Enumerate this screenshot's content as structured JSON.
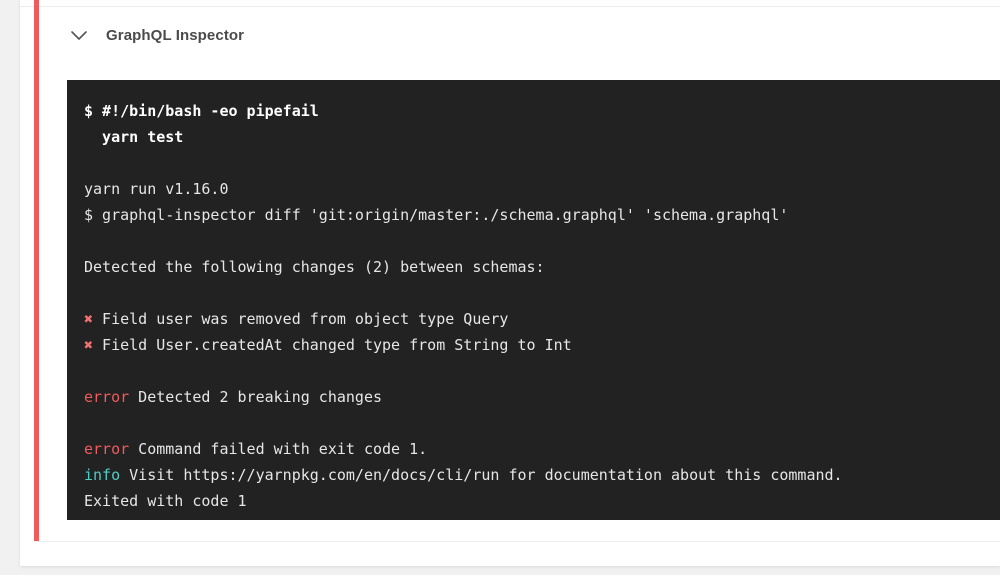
{
  "page": {
    "background_color": "#f1f1f1"
  },
  "card": {
    "background_color": "#ffffff",
    "status_bar_color": "#ef5b5b"
  },
  "step": {
    "title": "GraphQL Inspector",
    "toggle_icon": "chevron-down-icon",
    "state": "expanded",
    "status": "failed"
  },
  "terminal": {
    "background_color": "#222222",
    "text_color": "#e6e6e6",
    "error_color": "#f05b5b",
    "info_color": "#4ecdc4",
    "cross_color": "#f07171",
    "lines": [
      {
        "id": "l1",
        "type": "command",
        "text": "$ #!/bin/bash -eo pipefail"
      },
      {
        "id": "l2",
        "type": "command",
        "text": "  yarn test"
      },
      {
        "id": "l3",
        "type": "blank",
        "text": ""
      },
      {
        "id": "l4",
        "type": "output",
        "text": "yarn run v1.16.0"
      },
      {
        "id": "l5",
        "type": "output",
        "text": "$ graphql-inspector diff 'git:origin/master:./schema.graphql' 'schema.graphql'"
      },
      {
        "id": "l6",
        "type": "blank",
        "text": ""
      },
      {
        "id": "l7",
        "type": "output",
        "text": "Detected the following changes (2) between schemas:"
      },
      {
        "id": "l8",
        "type": "blank",
        "text": ""
      },
      {
        "id": "l9",
        "type": "change",
        "marker": "✖",
        "text": " Field user was removed from object type Query"
      },
      {
        "id": "l10",
        "type": "change",
        "marker": "✖",
        "text": " Field User.createdAt changed type from String to Int"
      },
      {
        "id": "l11",
        "type": "blank",
        "text": ""
      },
      {
        "id": "l12",
        "type": "error",
        "label": "error",
        "text": " Detected 2 breaking changes"
      },
      {
        "id": "l13",
        "type": "blank",
        "text": ""
      },
      {
        "id": "l14",
        "type": "error",
        "label": "error",
        "text": " Command failed with exit code 1."
      },
      {
        "id": "l15",
        "type": "info",
        "label": "info",
        "text": " Visit https://yarnpkg.com/en/docs/cli/run for documentation about this command."
      },
      {
        "id": "l16",
        "type": "output",
        "text": "Exited with code 1"
      }
    ]
  }
}
